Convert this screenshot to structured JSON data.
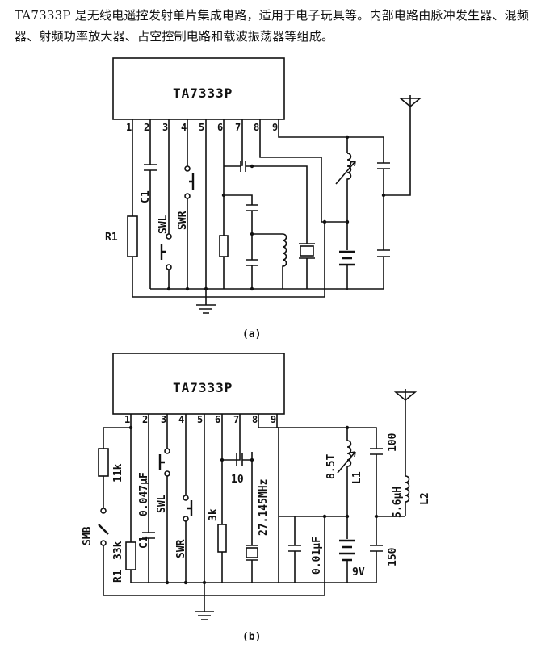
{
  "intro_text": "TA7333P 是无线电遥控发射单片集成电路，适用于电子玩具等。内部电路由脉冲发生器、混频器、射频功率放大器、占空控制电路和载波振荡器等组成。",
  "circuit_a": {
    "chip": "TA7333P",
    "pins": [
      "1",
      "2",
      "3",
      "4",
      "5",
      "6",
      "7",
      "8",
      "9"
    ],
    "labels": {
      "c1": "C1",
      "r1": "R1",
      "swl": "SWL",
      "swr": "SWR"
    },
    "caption": "(a)"
  },
  "circuit_b": {
    "chip": "TA7333P",
    "pins": [
      "1",
      "2",
      "3",
      "4",
      "5",
      "6",
      "7",
      "8",
      "9"
    ],
    "labels": {
      "r_11k": "11k",
      "smb": "SMB",
      "r1": "R1",
      "r_33k": "33k",
      "c1": "C1",
      "c_047": "0.047μF",
      "swl": "SWL",
      "swr": "SWR",
      "r_3k": "3k",
      "c_10": "10",
      "xtal": "27.145MHz",
      "c_001": "0.01μF",
      "turns": "8.5T",
      "l1": "L1",
      "v9": "9V",
      "c_100": "100",
      "l2_val": "5.6μH",
      "l2": "L2",
      "c_150": "150"
    },
    "caption": "(b)"
  }
}
